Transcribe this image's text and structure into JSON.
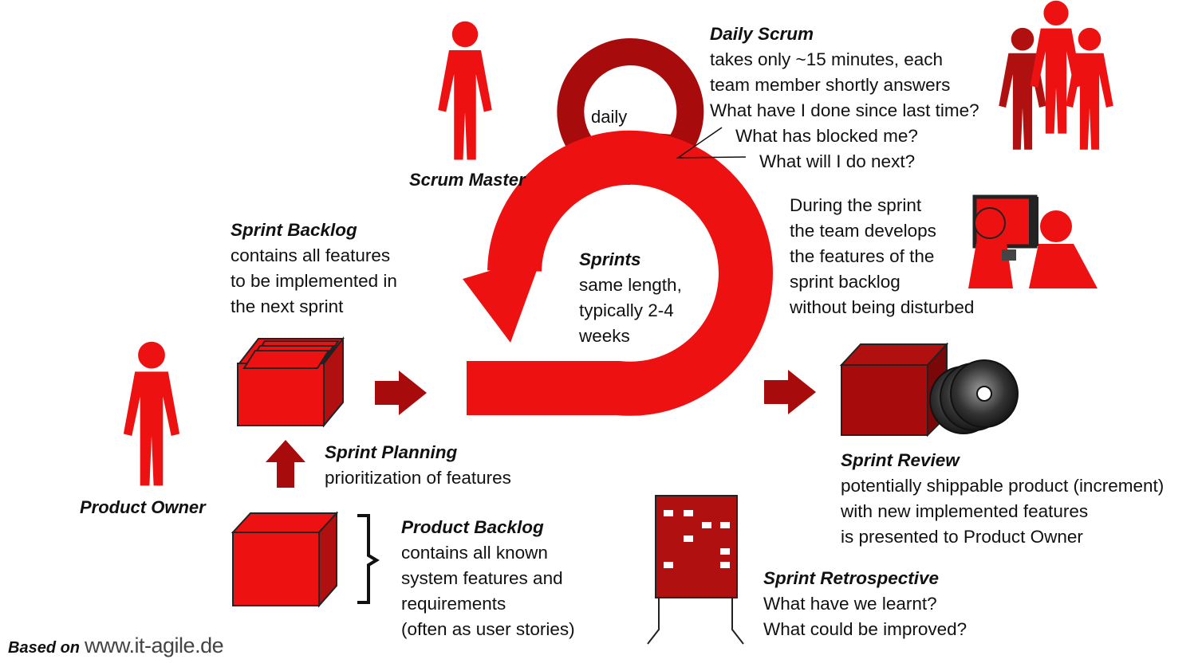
{
  "colors": {
    "red": "#ee1111",
    "dark_red": "#a80b0b",
    "maroon": "#b01010"
  },
  "labels": {
    "daily": "daily",
    "scrum_master": "Scrum Master",
    "product_owner": "Product Owner",
    "credit_prefix": "Based on",
    "credit_url": "www.it-agile.de"
  },
  "blocks": {
    "daily_scrum": {
      "title": "Daily Scrum",
      "lines": [
        "takes only ~15 minutes, each",
        "team member shortly answers",
        "What have I done since last time?",
        "What has blocked me?",
        "What will I do next?"
      ]
    },
    "sprint_backlog": {
      "title": "Sprint Backlog",
      "lines": [
        "contains all features",
        "to be implemented in",
        "the next sprint"
      ]
    },
    "sprints": {
      "title": "Sprints",
      "lines": [
        "same length,",
        "typically 2-4",
        "weeks"
      ]
    },
    "during_sprint": {
      "lines": [
        "During the sprint",
        "the team develops",
        "the features of the",
        "sprint backlog",
        "without being disturbed"
      ]
    },
    "sprint_planning": {
      "title": "Sprint Planning",
      "lines": [
        "prioritization of features"
      ]
    },
    "product_backlog": {
      "title": "Product Backlog",
      "lines": [
        "contains all known",
        "system features and",
        "requirements",
        "(often as user stories)"
      ]
    },
    "sprint_review": {
      "title": "Sprint Review",
      "lines": [
        "potentially shippable product (increment)",
        "with new implemented features",
        "is presented to Product Owner"
      ]
    },
    "sprint_retrospective": {
      "title": "Sprint Retrospective",
      "lines": [
        "What have we learnt?",
        "What could be improved?"
      ]
    }
  }
}
